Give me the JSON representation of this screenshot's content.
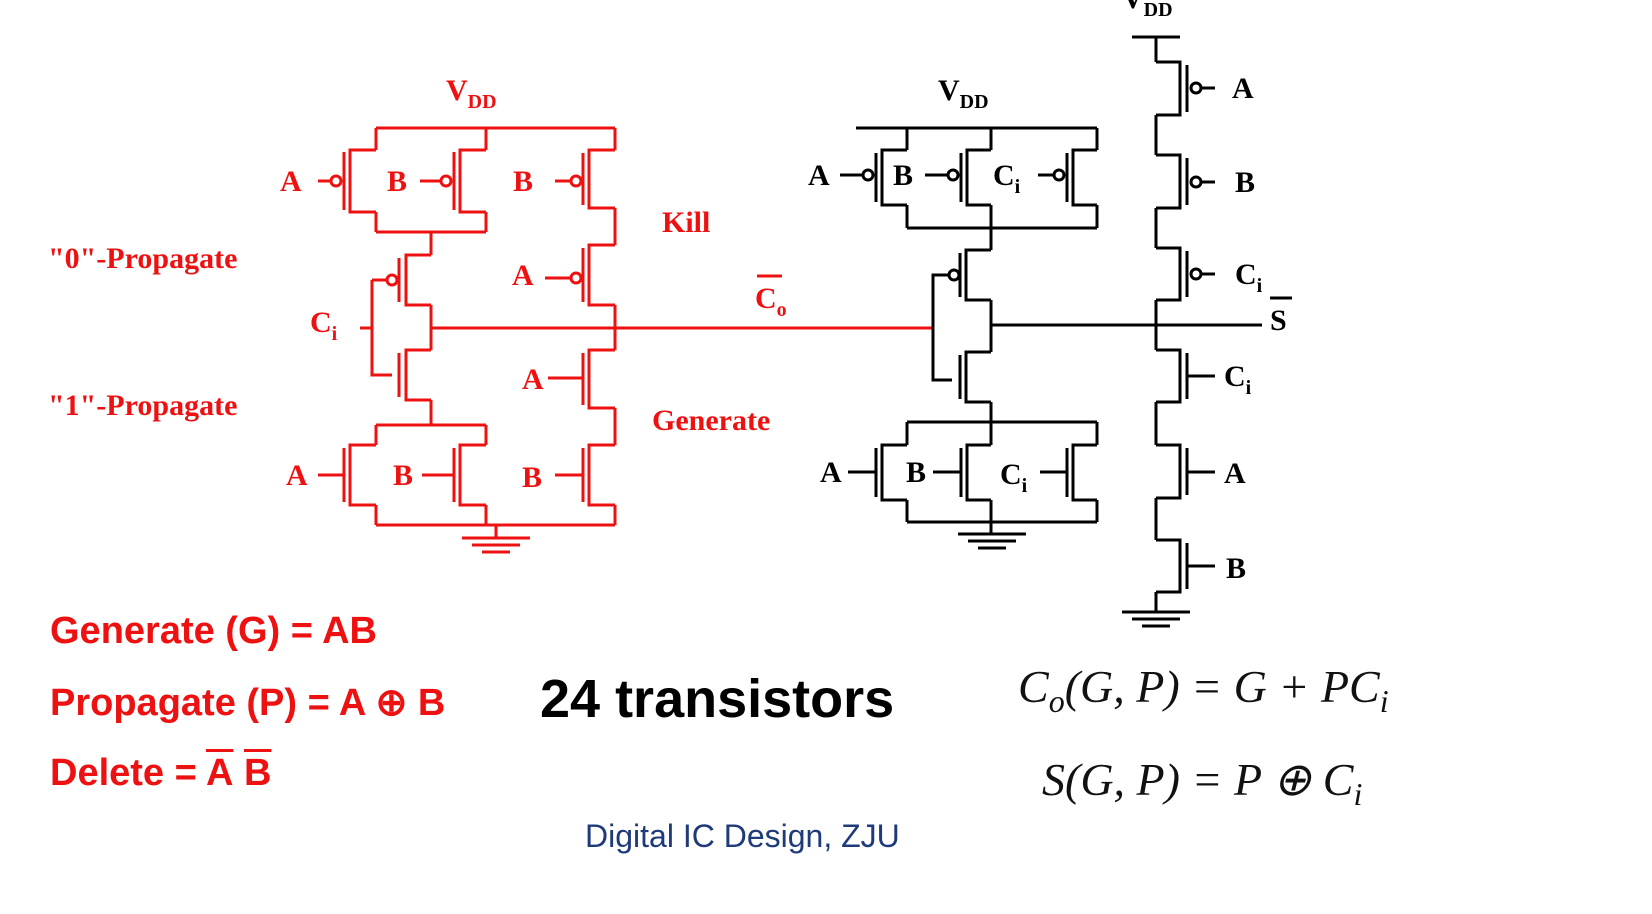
{
  "labels": {
    "vdd": "V",
    "vdd_sub": "DD",
    "kill": "Kill",
    "generate": "Generate",
    "prop0": "\"0\"-Propagate",
    "prop1": "\"1\"-Propagate",
    "co_main": "C",
    "co_sub": "o",
    "s_out": "S",
    "ci_main": "C",
    "ci_sub": "i",
    "a": "A",
    "b": "B"
  },
  "equations": {
    "generate_eq": "Generate (G) = AB",
    "propagate_eq": "Propagate (P) = A ⊕ B",
    "delete_prefix": "Delete = ",
    "delete_a": "A",
    "delete_b": "B",
    "count": "24 transistors",
    "co_expr": "C",
    "co_expr_sub": "o",
    "co_expr_rest": "(G, P)  =  G + PC",
    "co_expr_end_sub": "i",
    "s_expr": "S(G, P)  =  P ⊕ C",
    "s_expr_sub": "i"
  },
  "footer": "Digital IC Design, ZJU",
  "colors": {
    "red": "#ee1111",
    "black": "#000000",
    "footer": "#1f3a7a"
  }
}
